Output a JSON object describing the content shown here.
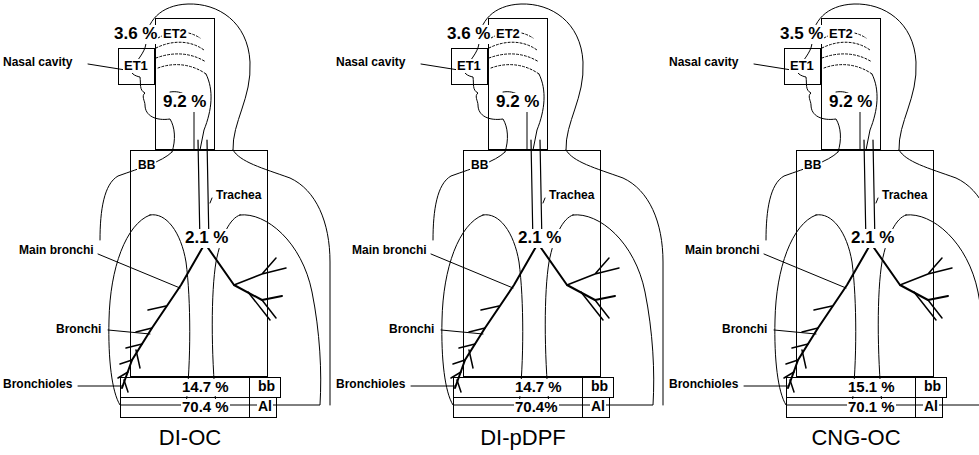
{
  "diagram": {
    "nodes": [
      {
        "text": [
          "3.6 %",
          "ET1"
        ]
      },
      {
        "text": [
          "ET2",
          "9.2 %"
        ]
      },
      {
        "text": [
          "BB",
          "2.1 %"
        ]
      },
      {
        "text": [
          "14.7 %",
          "bb"
        ]
      },
      {
        "text": [
          "70.4 %",
          "Al"
        ]
      },
      {
        "text": [
          "3.6 %",
          "ET1"
        ]
      },
      {
        "text": [
          "ET2",
          "9.2 %"
        ]
      },
      {
        "text": [
          "BB",
          "2.1 %"
        ]
      },
      {
        "text": [
          "14.7 %",
          "bb"
        ]
      },
      {
        "text": [
          "70.4%",
          "Al"
        ]
      },
      {
        "text": [
          "3.5 %",
          "ET1"
        ]
      },
      {
        "text": [
          "ET2",
          "9.2 %"
        ]
      },
      {
        "text": [
          "BB",
          "2.1 %"
        ]
      },
      {
        "text": [
          "15.1 %",
          "bb"
        ]
      },
      {
        "text": [
          "70.1 %",
          "Al"
        ]
      }
    ],
    "labels": [
      "Nasal cavity",
      "Trachea",
      "Main bronchi",
      "Bronchi",
      "Bronchioles",
      "DI-OC",
      "Nasal cavity",
      "Trachea",
      "Main bronchi",
      "Bronchi",
      "Bronchioles",
      "DI-pDPF",
      "Nasal cavity",
      "Trachea",
      "Main bronchi",
      "Bronchi",
      "Bronchioles",
      "CNG-OC"
    ]
  }
}
